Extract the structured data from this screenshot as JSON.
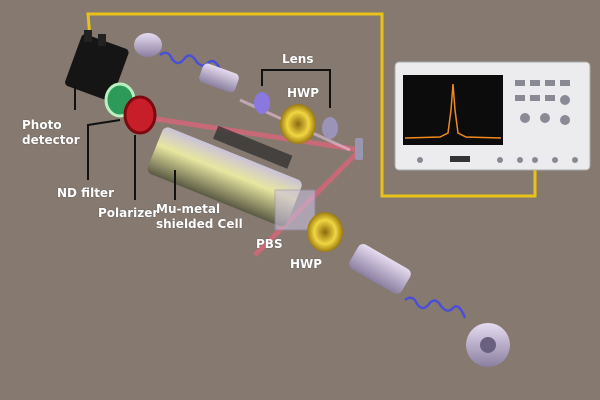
{
  "labels": {
    "photo_detector": "Photo\ndetector",
    "nd_filter": "ND filter",
    "polarizer": "Polarizer",
    "cell": "Mu-metal\nshielded Cell",
    "pbs": "PBS",
    "hwp_top": "HWP",
    "hwp_bottom": "HWP",
    "lens": "Lens"
  },
  "colors": {
    "background": "#86796f",
    "cable": "#e8c21a",
    "laser": "#d9667a",
    "fiber": "#4b4fd6",
    "waveplate": "#d6b21c",
    "polarizer": "#c81e2a",
    "nd_filter": "#2e9a5a",
    "scope_trace": "#f08a1e"
  }
}
